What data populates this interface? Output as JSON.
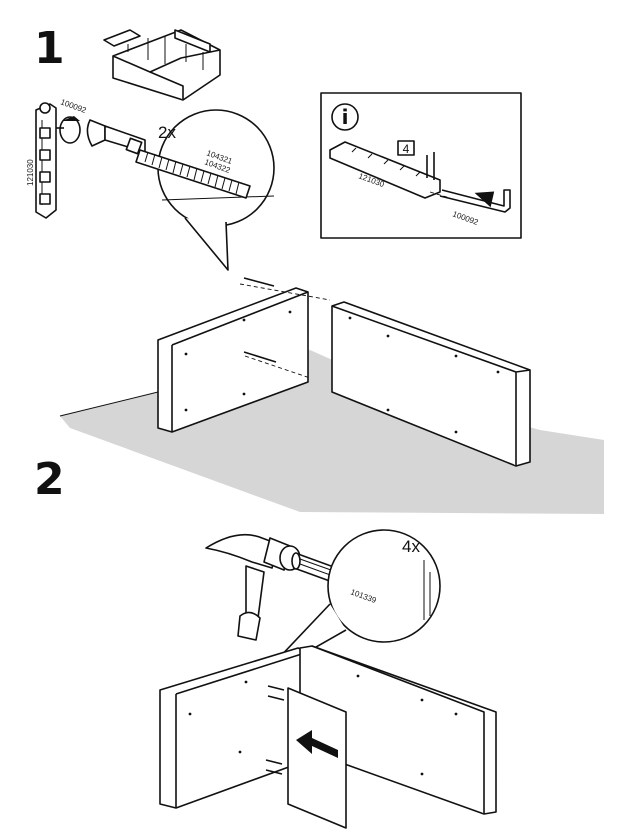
{
  "steps": [
    {
      "number": "1",
      "callout_quantity": "2x",
      "screw_part_numbers": [
        "104321",
        "104322"
      ],
      "allen_key_part_number": "100092",
      "cam_lock_rail_part_number": "121030"
    },
    {
      "number": "2",
      "callout_quantity": "4x",
      "dowel_part_number": "101339"
    }
  ],
  "info_box": {
    "icon": "info-icon",
    "icon_text": "i",
    "step_marker": "4",
    "rail_part_number": "121030",
    "allen_key_part_number": "100092"
  },
  "colors": {
    "line": "#111111",
    "floor": "#d6d6d6",
    "background": "#ffffff"
  }
}
